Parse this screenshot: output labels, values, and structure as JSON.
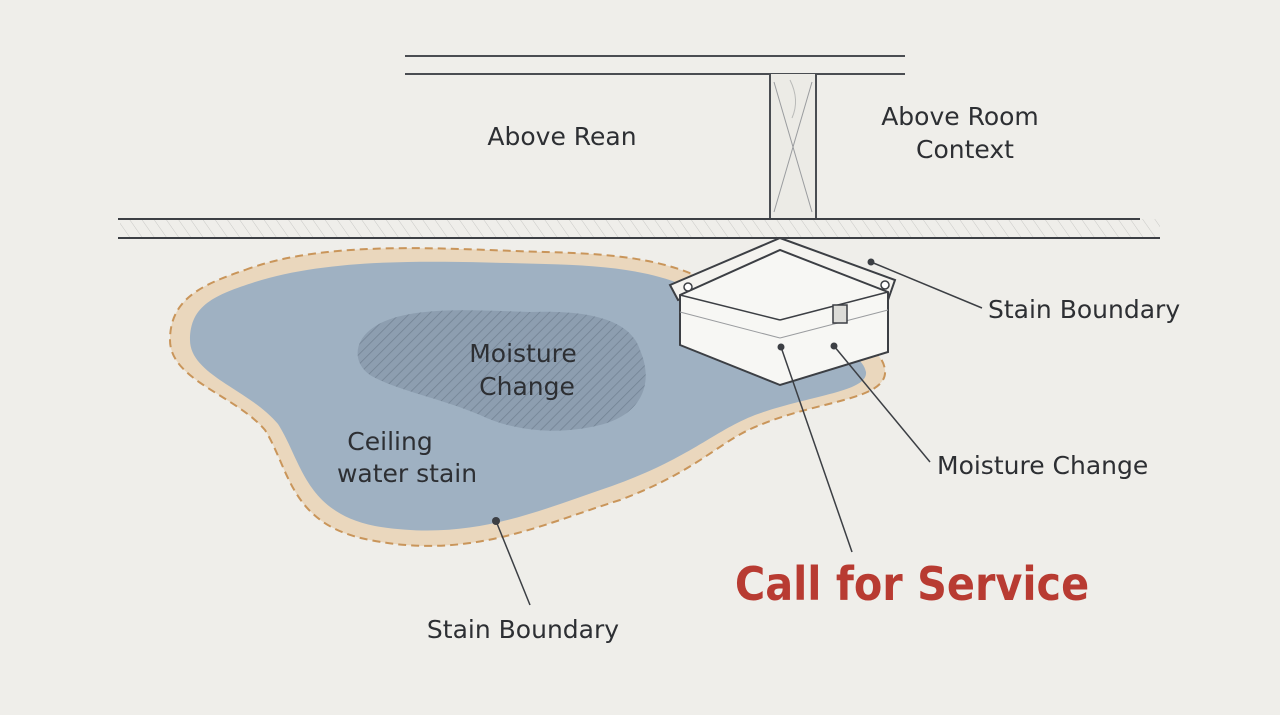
{
  "diagram": {
    "labels": {
      "above_room_left": "Above Rean",
      "above_room_right_line1": "Above Room",
      "above_room_right_line2": "Context",
      "stain_boundary_right": "Stain Boundary",
      "moisture_change_right": "Moisture Change",
      "moisture_change_center_line1": "Moisture",
      "moisture_change_center_line2": "Change",
      "ceiling_water_stain_line1": "Ceiling",
      "ceiling_water_stain_line2": "water stain",
      "stain_boundary_bottom": "Stain Boundary"
    },
    "call_to_action": "Call for Service",
    "colors": {
      "background": "#efeeea",
      "stain_fill": "#9fb1c2",
      "stain_halo": "#ead7bd",
      "stain_border": "#c9955a",
      "moisture_hatch": "#6f7f90",
      "line": "#3c3f44",
      "call_to_action": "#b83b32"
    }
  }
}
